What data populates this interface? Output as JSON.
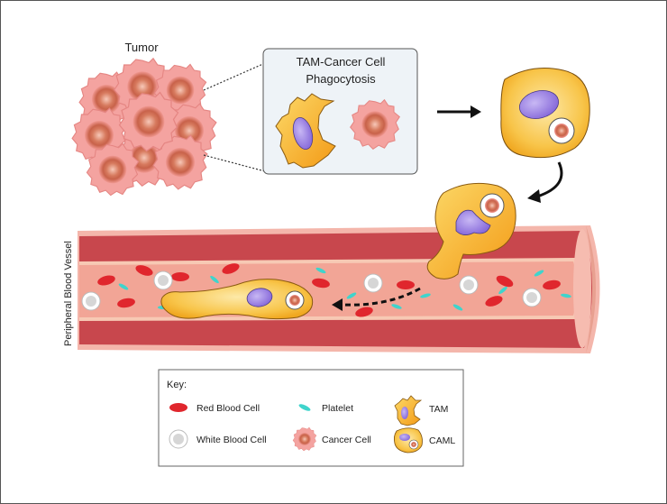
{
  "labels": {
    "tumor": "Tumor",
    "inset_title_line1": "TAM-Cancer Cell",
    "inset_title_line2": "Phagocytosis",
    "vessel": "Peripheral Blood Vessel"
  },
  "key": {
    "title": "Key:",
    "items": [
      {
        "label": "Red Blood Cell",
        "icon": "red-blood-cell-icon"
      },
      {
        "label": "Platelet",
        "icon": "platelet-icon"
      },
      {
        "label": "TAM",
        "icon": "tam-icon"
      },
      {
        "label": "White Blood Cell",
        "icon": "white-blood-cell-icon"
      },
      {
        "label": "Cancer Cell",
        "icon": "cancer-cell-icon"
      },
      {
        "label": "CAML",
        "icon": "caml-icon"
      }
    ]
  },
  "colors": {
    "vessel_wall_outer": "#f4b6ab",
    "vessel_wall": "#c8474d",
    "vessel_lumen": "#f2a596",
    "red_blood_cell": "#e0262d",
    "platelet": "#3fd4cc",
    "tam": "#f6b42a",
    "caml_nucleus": "#9a7fe0",
    "cancer_cell": "#f29a94",
    "white_blood_cell": "#e8e8e8"
  }
}
